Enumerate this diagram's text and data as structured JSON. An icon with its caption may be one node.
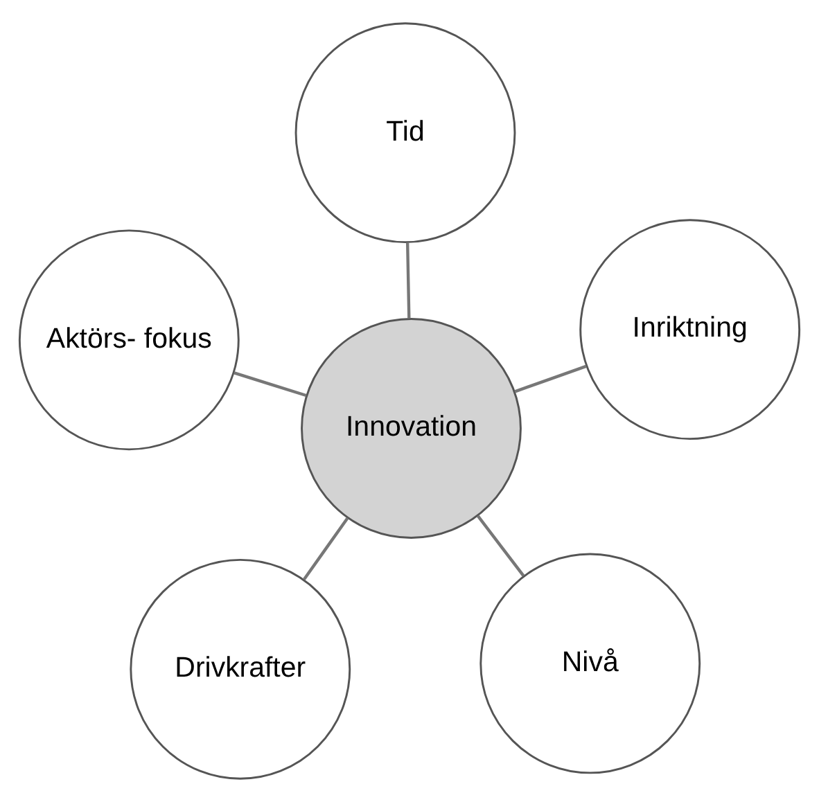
{
  "diagram": {
    "nodes": [
      {
        "text": [
          "Drivkrafter"
        ]
      },
      {
        "text": [
          "Nivå"
        ]
      },
      {
        "text": [
          "Innovation"
        ]
      },
      {
        "text": [
          "Tid"
        ]
      },
      {
        "text": [
          "Inriktning"
        ]
      },
      {
        "text": [
          "Aktörs- fokus"
        ]
      }
    ],
    "edges": [
      {
        "from": 2,
        "to": 0,
        "arrow": "none"
      },
      {
        "from": 2,
        "to": 1,
        "arrow": "none"
      },
      {
        "from": 2,
        "to": 4,
        "arrow": "none"
      },
      {
        "from": 2,
        "to": 5,
        "arrow": "none"
      },
      {
        "from": 2,
        "to": 3,
        "arrow": "none"
      }
    ]
  }
}
